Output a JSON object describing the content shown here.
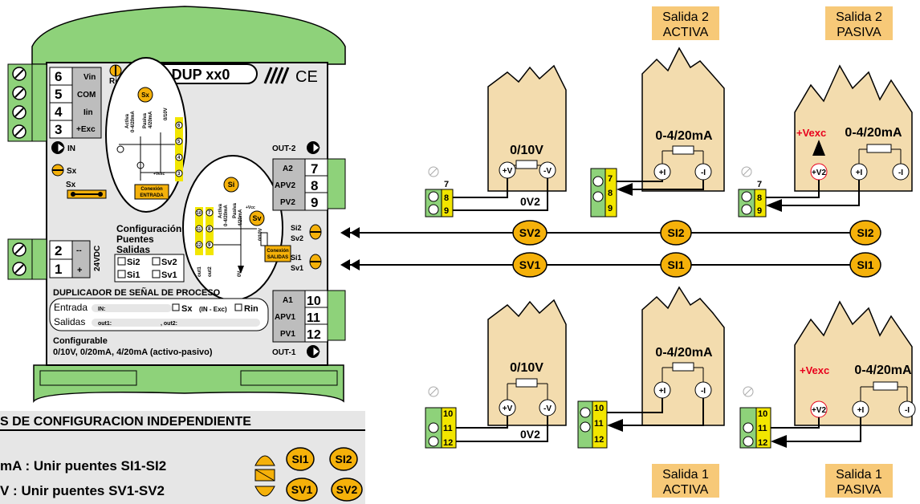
{
  "device": {
    "model": "DUP xx0",
    "ce": "CE",
    "rin": "Rin",
    "in_terminals": [
      {
        "num": "6",
        "label": "Vin"
      },
      {
        "num": "5",
        "label": "COM"
      },
      {
        "num": "4",
        "label": "Iin"
      },
      {
        "num": "3",
        "label": "+Exc"
      }
    ],
    "in_label": "IN",
    "sx_label": "Sx",
    "sx_jumper_label": "Sx",
    "power_terminals": [
      {
        "num": "2",
        "label": "--"
      },
      {
        "num": "1",
        "label": "+"
      }
    ],
    "power_label": "24VDC",
    "out2_label": "OUT-2",
    "out2_terminals": [
      {
        "num": "7",
        "label": "A2"
      },
      {
        "num": "8",
        "label": "APV2"
      },
      {
        "num": "9",
        "label": "PV2"
      }
    ],
    "out1_label": "OUT-1",
    "out1_terminals": [
      {
        "num": "10",
        "label": "A1"
      },
      {
        "num": "11",
        "label": "APV1"
      },
      {
        "num": "12",
        "label": "PV1"
      }
    ],
    "si2_sv2": [
      "Si2",
      "Sv2"
    ],
    "si1_sv1": [
      "Si1",
      "Sv1"
    ],
    "config_title": [
      "Configuración",
      "Puentes",
      "Salidas"
    ],
    "config_boxes": [
      "Si2",
      "Sv2",
      "Si1",
      "Sv1"
    ],
    "product_title": "DUPLICADOR  DE  SEÑAL DE PROCESO",
    "entrada_label": "Entrada",
    "entrada_in": "IN:",
    "entrada_sx": "Sx",
    "entrada_in_exc": "(IN - Exc)",
    "entrada_rin": "Rin",
    "salidas_label": "Salidas",
    "salidas_out1": "out1:",
    "salidas_out2": ", out2:",
    "configurable_title": "Configurable",
    "configurable_text": "0/10V, 0/20mA, 4/20mA (activo-pasivo)",
    "input_circle": {
      "badge": "Sx",
      "activa": [
        "Activa",
        "0-4/20mA"
      ],
      "pasiva": [
        "Pasiva",
        "4/20mA"
      ],
      "v010": "0/10V",
      "pins": [
        "6",
        "5",
        "4",
        "3"
      ],
      "vexc": "+Vexc",
      "conn": [
        "Conexión",
        "ENTRADA"
      ]
    },
    "output_circle": {
      "badge_si": "Si",
      "badge_sv": "Sv",
      "activa": [
        "Activa",
        "0-4/20mA"
      ],
      "pasiva": [
        "Pasiva",
        "4/20mA"
      ],
      "v010": "0/10V",
      "vcc": "+Vcc",
      "pins_left": [
        "10",
        "11",
        "12"
      ],
      "pins_right": [
        "7",
        "8",
        "9"
      ],
      "out1": "out1",
      "out2": "out2",
      "ov": "0V",
      "conn": [
        "Conexión",
        "SALIDAS"
      ]
    }
  },
  "bottom": {
    "header": "S DE CONFIGURACION INDEPENDIENTE",
    "row1": "mA : Unir puentes SI1-SI2",
    "row2": "V    : Unir puentes SV1-SV2",
    "badges": [
      "SI1",
      "SI2",
      "SV1",
      "SV2"
    ]
  },
  "bus": {
    "top_badges": [
      "SV2",
      "SI2",
      "SI2"
    ],
    "bottom_badges": [
      "SV1",
      "SI1",
      "SI1"
    ]
  },
  "loads": {
    "v_label": "0/10V",
    "ma_label": "0-4/20mA",
    "plus_v": "+V",
    "minus_v": "-V",
    "plus_i": "+I",
    "minus_i": "-I",
    "v2": "+V2",
    "vexc": "+Vexc",
    "ov2": "0V2"
  },
  "captions": {
    "salida2_activa": [
      "Salida 2",
      "ACTIVA"
    ],
    "salida2_pasiva": [
      "Salida 2",
      "PASIVA"
    ],
    "salida1_activa": [
      "Salida 1",
      "ACTIVA"
    ],
    "salida1_pasiva": [
      "Salida 1",
      "PASIVA"
    ]
  },
  "terminal_blocks": {
    "top": [
      "7",
      "8",
      "9"
    ],
    "bottom": [
      "10",
      "11",
      "12"
    ]
  },
  "colors": {
    "housing_green": "#8ed27a",
    "panel_gray": "#e6e6e6",
    "badge_orange": "#f5b10a",
    "load_tan": "#f3dcae",
    "caption_bg": "#f7c978",
    "terminal_yellow": "#f2e600",
    "red": "#e8001c"
  }
}
